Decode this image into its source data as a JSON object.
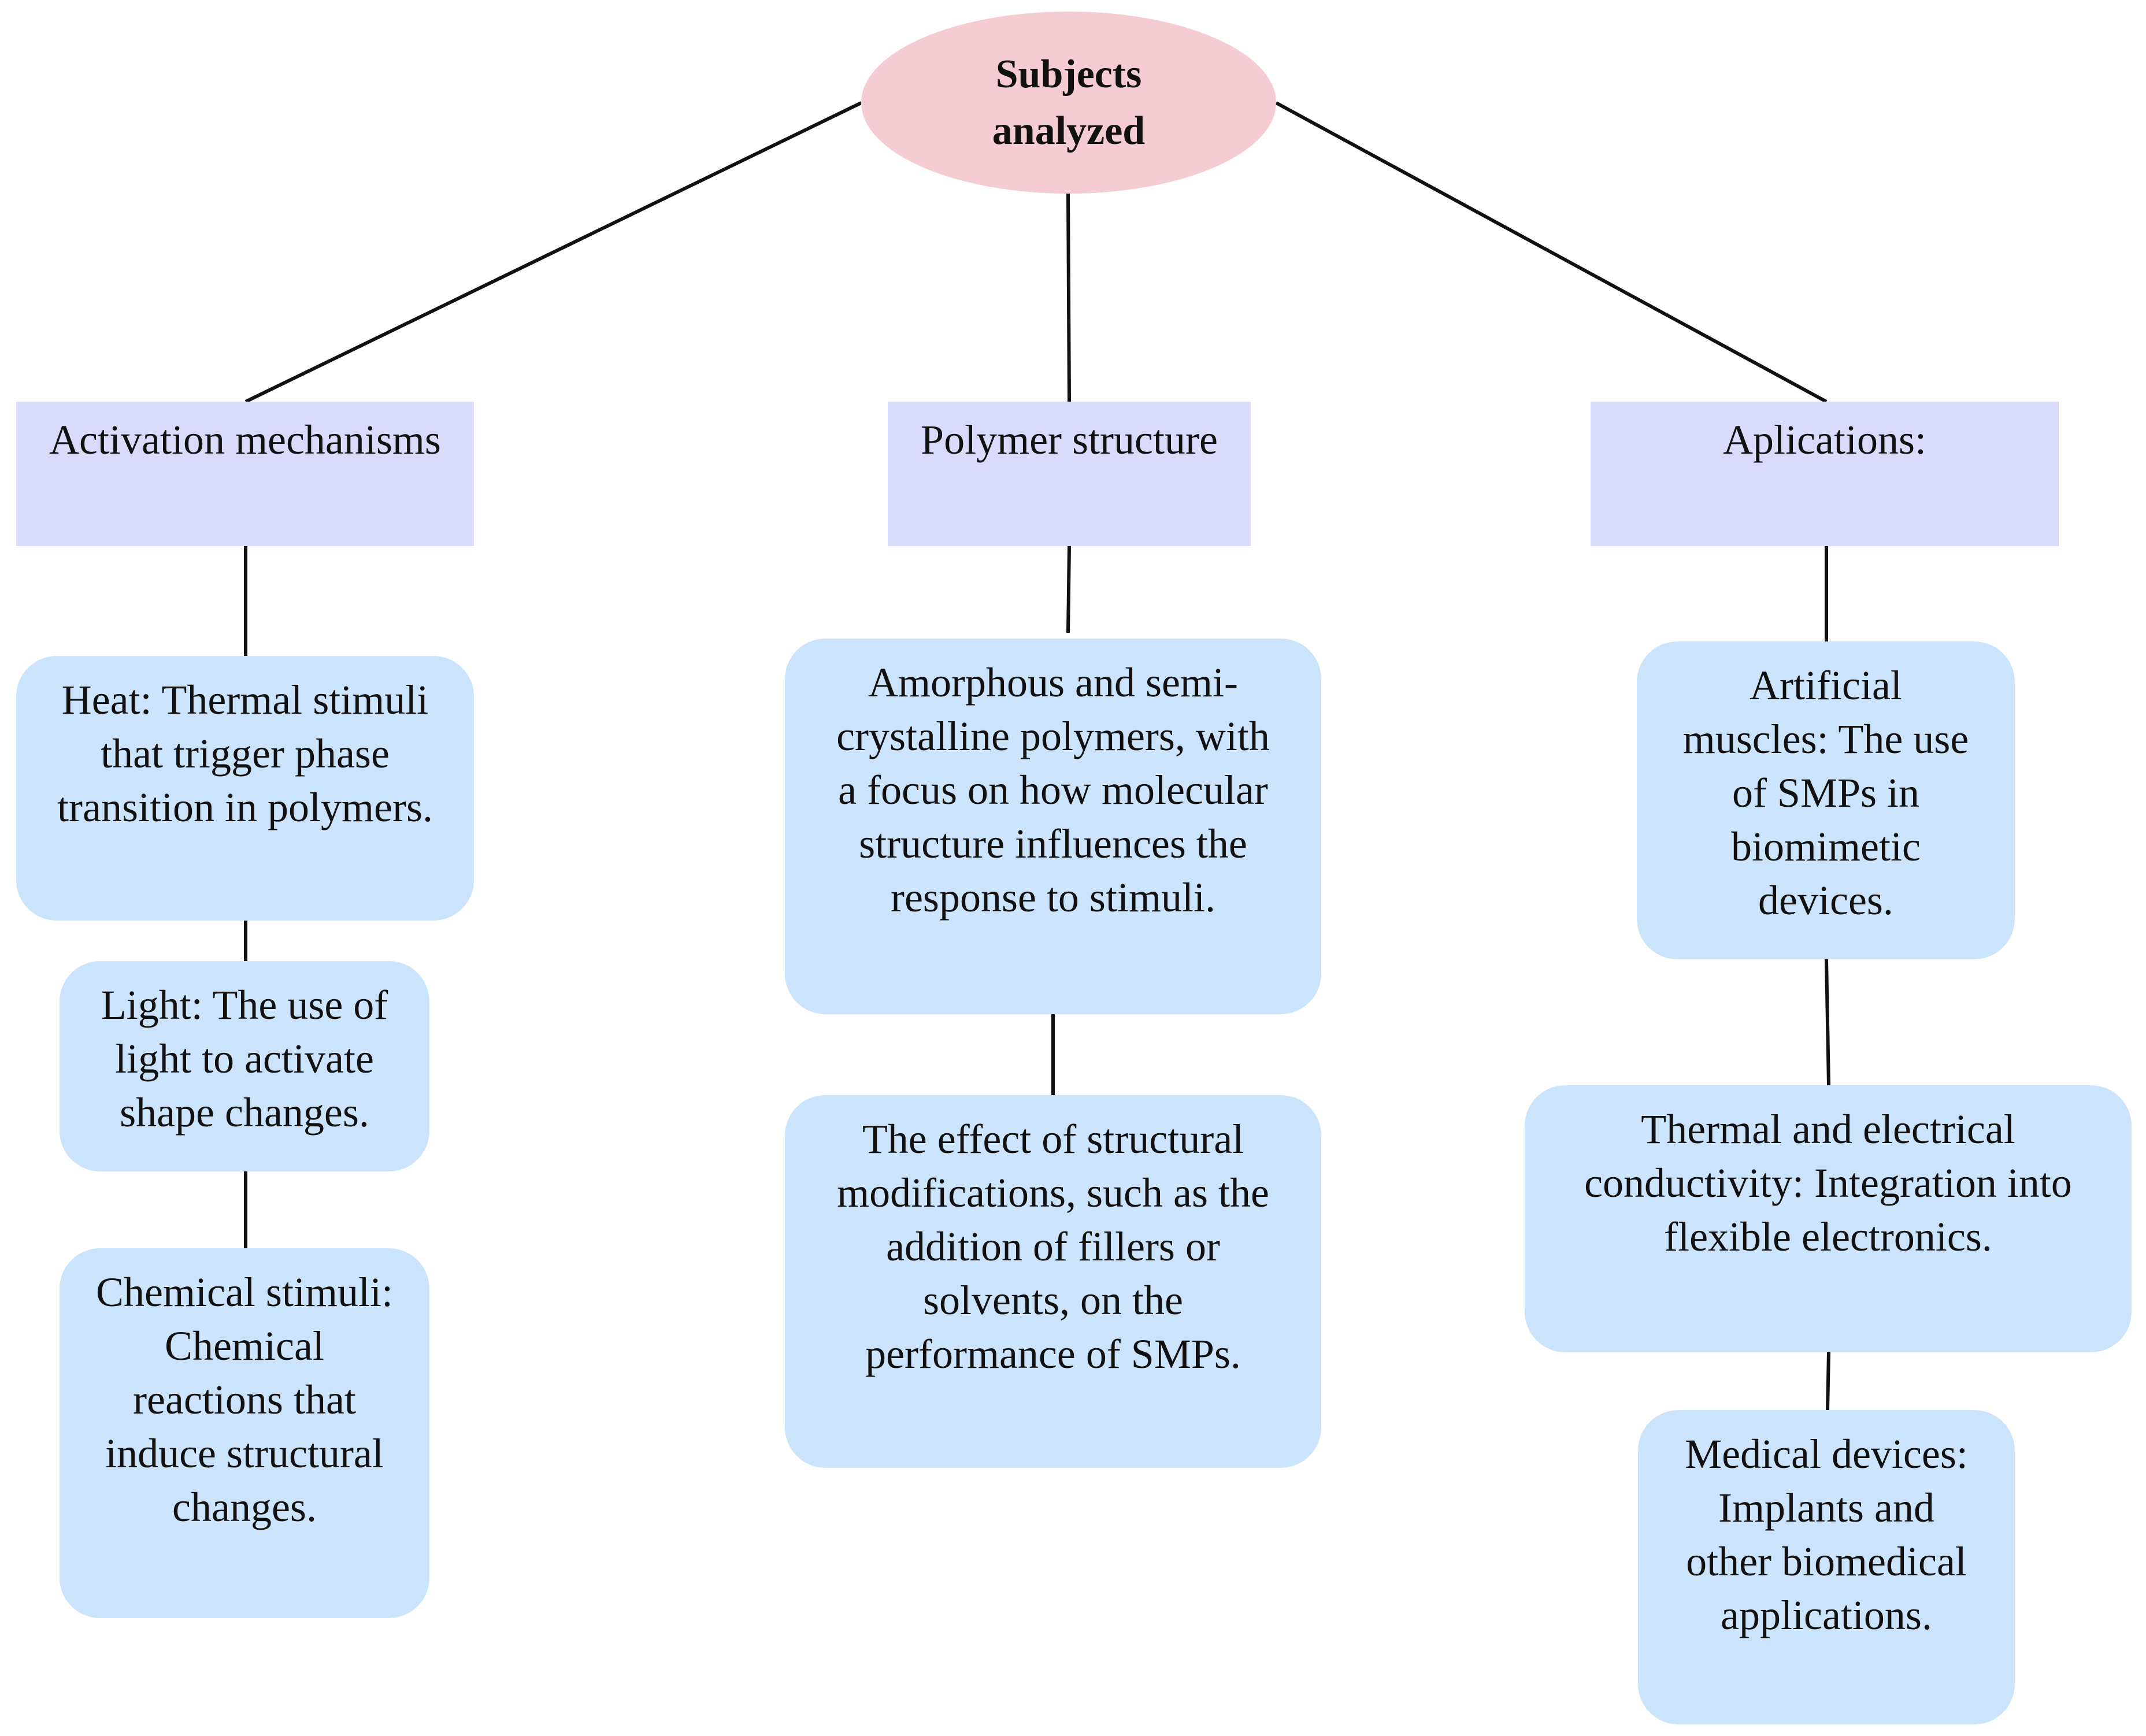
{
  "diagram": {
    "root": {
      "label": "Subjects\nanalyzed",
      "fill": "#f5ccd3"
    },
    "category_fill": "#dadafa",
    "leaf_fill": "#cce4fb",
    "line_color": "#111111",
    "categories": [
      {
        "label": "Activation mechanisms",
        "items": [
          "Heat: Thermal stimuli\nthat trigger phase\ntransition in polymers.",
          "Light: The use of\nlight to activate\nshape changes.",
          "Chemical stimuli:\nChemical\nreactions that\ninduce structural\nchanges."
        ]
      },
      {
        "label": "Polymer structure",
        "items": [
          "Amorphous and semi-\ncrystalline polymers, with\na focus on how molecular\nstructure influences the\nresponse to stimuli.",
          "The effect of structural\nmodifications, such as the\naddition of fillers or\nsolvents, on the\nperformance of SMPs."
        ]
      },
      {
        "label": "Aplications:",
        "items": [
          "Artificial\nmuscles: The use\nof SMPs in\nbiomimetic\ndevices.",
          "Thermal and electrical\nconductivity: Integration into\nflexible electronics.",
          "Medical devices:\nImplants and\nother biomedical\napplications."
        ]
      }
    ]
  }
}
